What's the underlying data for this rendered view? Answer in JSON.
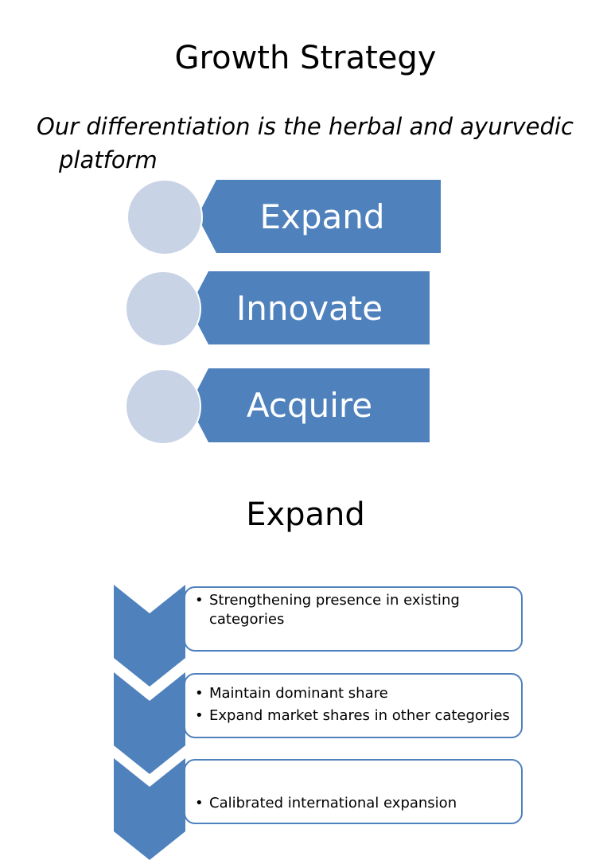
{
  "slide_title": "Growth Strategy",
  "subtitle_line1": "Our differentiation is the herbal and ayurvedic",
  "subtitle_line2": "platform",
  "strategies": [
    {
      "label": "Expand"
    },
    {
      "label": "Innovate"
    },
    {
      "label": "Acquire"
    }
  ],
  "expand_section": {
    "heading": "Expand",
    "items": [
      {
        "bullets": [
          "Strengthening presence in existing categories"
        ]
      },
      {
        "bullets": [
          "Maintain dominant share",
          "Expand market shares in other categories"
        ]
      },
      {
        "bullets": [
          "Calibrated international expansion"
        ]
      }
    ]
  },
  "colors": {
    "accent_blue": "#4f81bd",
    "circle_fill": "#c9d3e6"
  }
}
